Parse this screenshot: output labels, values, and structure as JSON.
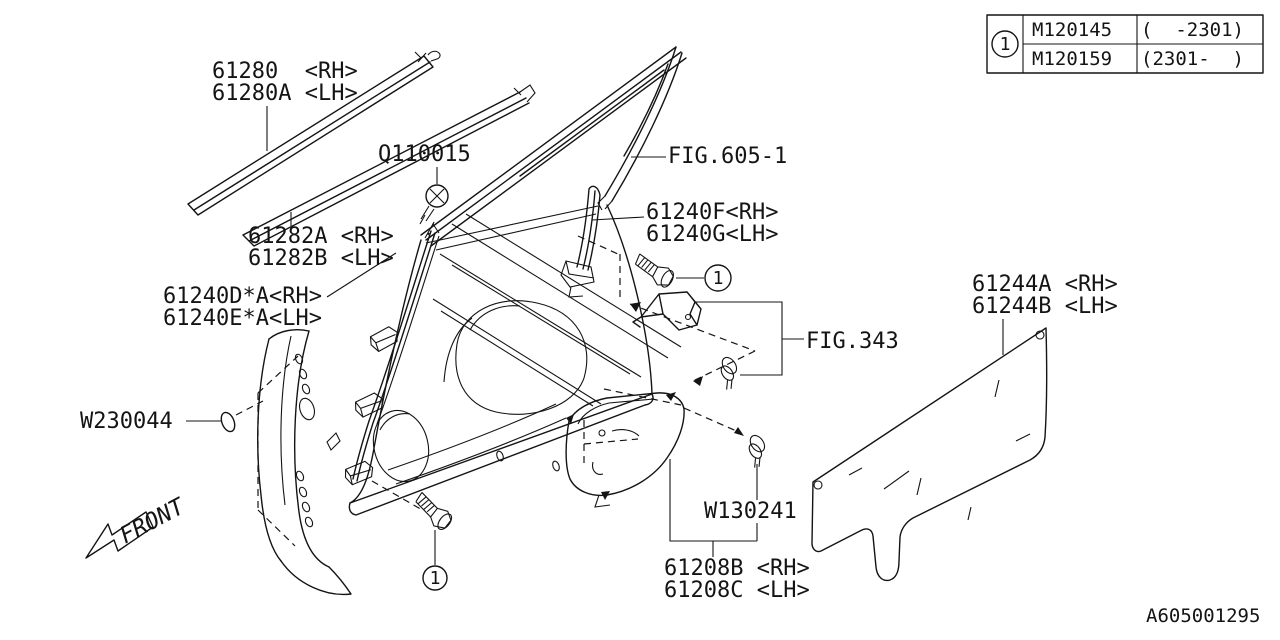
{
  "colors": {
    "background": "#ffffff",
    "line": "#141414"
  },
  "callouts": {
    "ref_marker": "1",
    "weatherstrip_outer": [
      "61280  <RH>",
      "61280A <LH>"
    ],
    "weatherstrip_inner": [
      "61282A <RH>",
      "61282B <LH>"
    ],
    "front_sash": [
      "61240D*A<RH>",
      "61240E*A<LH>"
    ],
    "rear_sash": [
      "61240F<RH>",
      "61240G<LH>"
    ],
    "glass": [
      "61244A <RH>",
      "61244B <LH>"
    ],
    "cover": [
      "61208B <RH>",
      "61208C <LH>"
    ],
    "screw": "Q110015",
    "grommet": "W230044",
    "clip": "W130241",
    "fig_door": "FIG.605-1",
    "fig_checker": "FIG.343"
  },
  "ref_table": {
    "ref_marker": "1",
    "rows": [
      {
        "part_no": "M120145",
        "applicability": "(  -2301)"
      },
      {
        "part_no": "M120159",
        "applicability": "(2301-  )"
      }
    ]
  },
  "direction": {
    "label": "FRONT"
  },
  "footer": {
    "drawing_number": "A605001295"
  }
}
